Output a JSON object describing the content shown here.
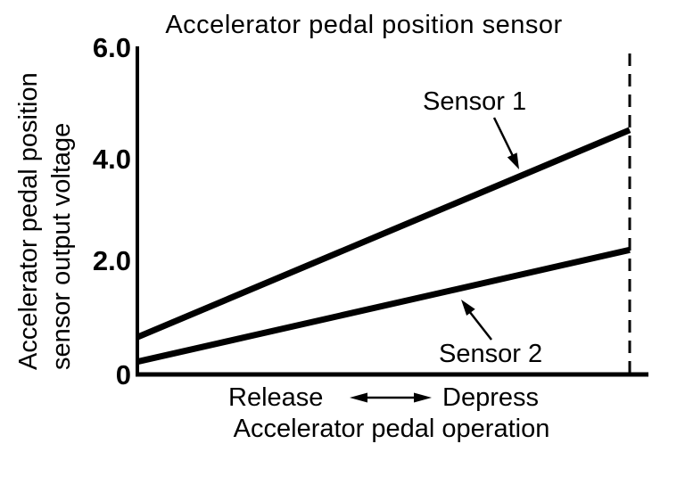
{
  "title": "Accelerator pedal position sensor",
  "y_axis": {
    "label_line1": "Accelerator pedal position",
    "label_line2": "sensor output voltage",
    "ticks": [
      "6.0",
      "4.0",
      "2.0",
      "0"
    ]
  },
  "x_axis": {
    "label": "Accelerator pedal operation",
    "left_label": "Release",
    "right_label": "Depress"
  },
  "annotations": {
    "sensor1_label": "Sensor 1",
    "sensor2_label": "Sensor 2"
  },
  "colors": {
    "ink": "#000000",
    "background": "#ffffff"
  },
  "chart_data": {
    "type": "line",
    "title": "Accelerator pedal position sensor",
    "xlabel": "Accelerator pedal operation",
    "ylabel": "Accelerator pedal position sensor output voltage",
    "x_categories": [
      "Release",
      "Depress"
    ],
    "ylim": [
      0,
      6.0
    ],
    "yticks": [
      0,
      2.0,
      4.0,
      6.0
    ],
    "grid": false,
    "series": [
      {
        "name": "Sensor 1",
        "values": [
          0.7,
          4.5
        ]
      },
      {
        "name": "Sensor 2",
        "values": [
          0.25,
          2.3
        ]
      }
    ],
    "notes": "Both sensor outputs rise linearly from Release to Depress; dashed vertical line marks full depression."
  }
}
